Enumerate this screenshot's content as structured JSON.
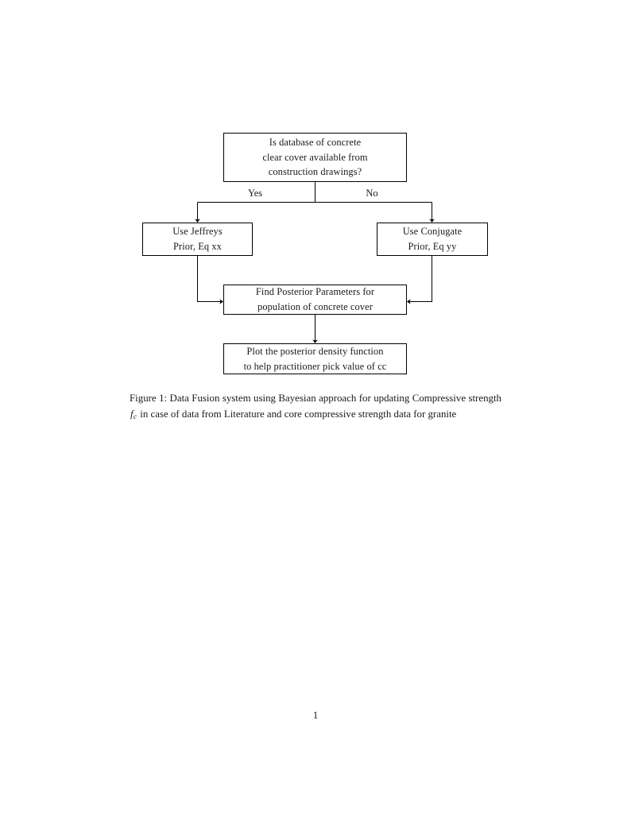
{
  "document": {
    "page_number": "1"
  },
  "figure": {
    "nodes": [
      {
        "id": "decision",
        "shape": "rectangle",
        "lines": [
          "Is database of concrete",
          "clear cover available from",
          "construction drawings?"
        ]
      },
      {
        "id": "jeffreys",
        "shape": "rectangle",
        "lines": [
          "Use Jeffreys",
          "Prior, Eq xx"
        ]
      },
      {
        "id": "conjugate",
        "shape": "rectangle",
        "lines": [
          "Use Conjugate",
          "Prior, Eq yy"
        ]
      },
      {
        "id": "posterior",
        "shape": "rectangle",
        "lines": [
          "Find Posterior Parameters for",
          "population of concrete cover"
        ]
      },
      {
        "id": "plot",
        "shape": "rectangle",
        "lines": [
          "Plot the posterior density function",
          "to help practitioner pick value of cc"
        ]
      }
    ],
    "edge_labels": {
      "yes": "Yes",
      "no": "No"
    },
    "edges": [
      {
        "from": "decision",
        "to": "jeffreys",
        "label": "Yes"
      },
      {
        "from": "decision",
        "to": "conjugate",
        "label": "No"
      },
      {
        "from": "jeffreys",
        "to": "posterior",
        "label": ""
      },
      {
        "from": "conjugate",
        "to": "posterior",
        "label": ""
      },
      {
        "from": "posterior",
        "to": "plot",
        "label": ""
      }
    ],
    "colors": {
      "stroke": "#000000",
      "fill": "#ffffff",
      "text": "#1a1a1a"
    }
  },
  "caption": {
    "label": "Figure 1:",
    "text_before_math": " Data Fusion system using Bayesian approach for updating Compressive strength ",
    "math_symbol": "f",
    "math_subscript": "c",
    "text_after_math": " in case of data from Literature and core compressive strength data for granite",
    "full_text": "Figure 1: Data Fusion system using Bayesian approach for updating Compressive strength f_c in case of data from Literature and core compressive strength data for granite"
  }
}
